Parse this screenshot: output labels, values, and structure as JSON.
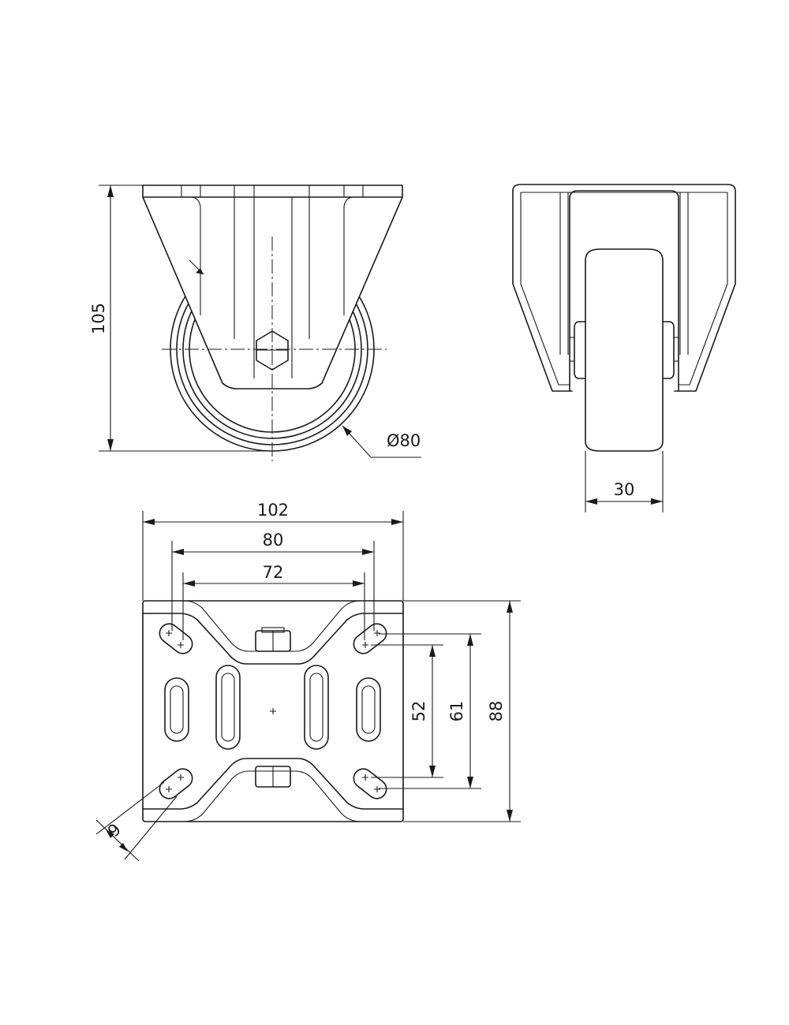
{
  "dimensions": {
    "total_height": "105",
    "wheel_diameter": "Ø80",
    "wheel_width": "30",
    "plate_width": "102",
    "hole_spacing_outer": "80",
    "hole_spacing_inner": "72",
    "plate_length": "88",
    "hole_spacing_long": "61",
    "hole_spacing_short": "52",
    "slot_width": "9"
  }
}
